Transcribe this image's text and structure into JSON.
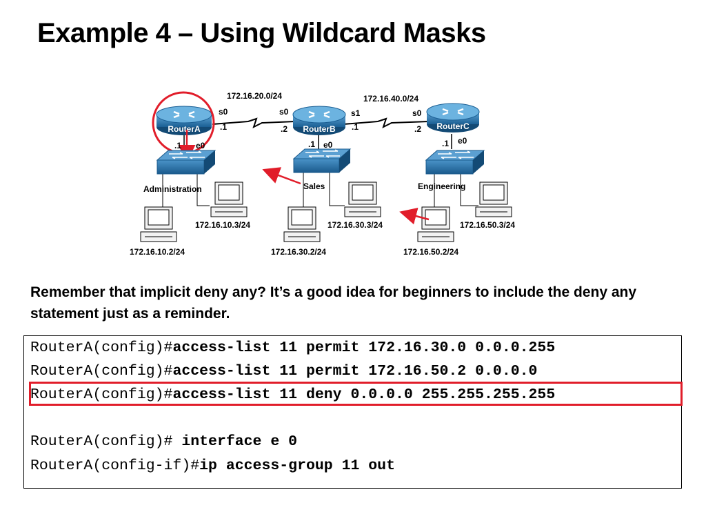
{
  "title": "Example 4 – Using Wildcard Masks",
  "diagram": {
    "networks": {
      "ab": "172.16.20.0/24",
      "bc": "172.16.40.0/24"
    },
    "routers": [
      {
        "name": "RouterA",
        "s_if": "s0",
        "s_addr": ".1",
        "e_if": "e0",
        "e_addr": ".1"
      },
      {
        "name": "RouterB",
        "s_left_if": "s0",
        "s_left_addr": ".2",
        "s_right_if": "s1",
        "s_right_addr": ".1",
        "e_if": "e0",
        "e_addr": ".1"
      },
      {
        "name": "RouterC",
        "s_if": "s0",
        "s_addr": ".2",
        "e_if": "e0",
        "e_addr": ".1"
      }
    ],
    "lans": [
      {
        "name": "Administration",
        "host_a": "172.16.10.3/24",
        "host_b": "172.16.10.2/24"
      },
      {
        "name": "Sales",
        "host_a": "172.16.30.3/24",
        "host_b": "172.16.30.2/24"
      },
      {
        "name": "Engineering",
        "host_a": "172.16.50.3/24",
        "host_b": "172.16.50.2/24"
      }
    ],
    "colors": {
      "router": "#1f6fa8",
      "switch": "#1f6fa8",
      "highlight": "#e11d2a",
      "serial_link": "#000000"
    }
  },
  "note": "Remember that implicit deny any?  It’s a good idea for beginners to include the deny any statement just as a reminder.",
  "config": [
    {
      "prompt": "RouterA(config)#",
      "command": "access-list 11 permit 172.16.30.0 0.0.0.255"
    },
    {
      "prompt": "RouterA(config)#",
      "command": "access-list 11 permit 172.16.50.2 0.0.0.0"
    },
    {
      "prompt": "RouterA(config)#",
      "command": "access-list 11 deny 0.0.0.0 255.255.255.255"
    },
    {
      "prompt": "RouterA(config)# ",
      "command": "interface e 0"
    },
    {
      "prompt": "RouterA(config-if)#",
      "command": "ip access-group 11 out"
    }
  ]
}
